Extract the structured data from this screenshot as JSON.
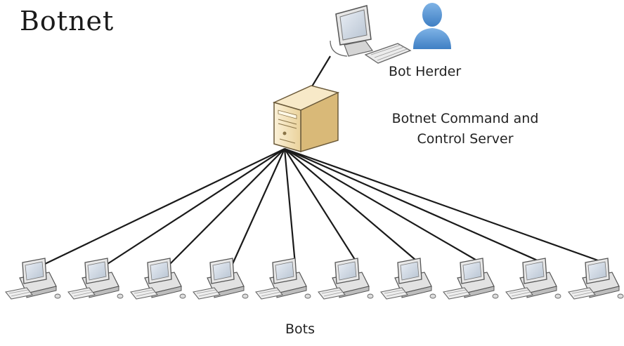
{
  "title": "Botnet",
  "labels": {
    "bot_herder": "Bot Herder",
    "server_line1": "Botnet Command and",
    "server_line2": "Control Server",
    "bots": "Bots"
  },
  "nodes": {
    "herder_icons": [
      "monitor-icon",
      "keyboard-icon",
      "person-icon"
    ],
    "server_icon": "server-tower-icon",
    "bot_icon": "desktop-computer-icon",
    "bot_count": 10
  },
  "colors": {
    "person": "#5b9bd5",
    "server_body": "#f3dfb2",
    "device_gray": "#d9d9d9",
    "line": "#1a1a1a"
  }
}
